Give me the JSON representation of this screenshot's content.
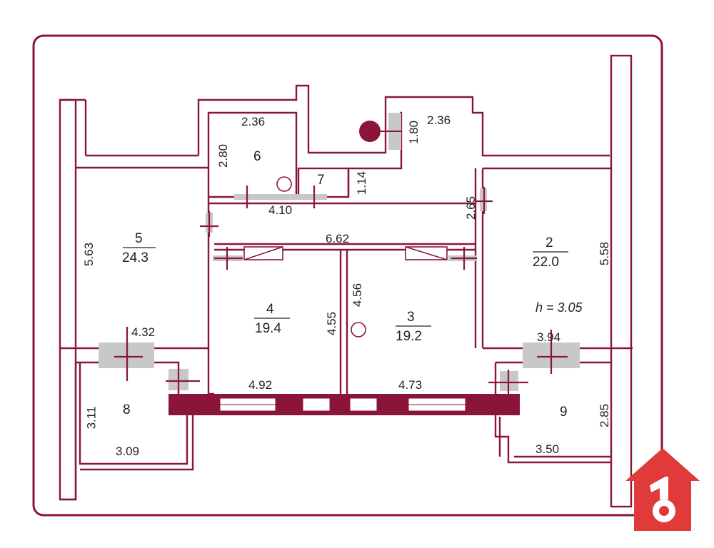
{
  "colors": {
    "wall": "#8b1538",
    "window": "#c8c8c8",
    "background": "#ffffff",
    "logo": "#e03a3a"
  },
  "rooms": [
    {
      "number": "2",
      "area": "22.0"
    },
    {
      "number": "3",
      "area": "19.2"
    },
    {
      "number": "4",
      "area": "19.4"
    },
    {
      "number": "5",
      "area": "24.3"
    },
    {
      "number": "6"
    },
    {
      "number": "7"
    },
    {
      "number": "8"
    },
    {
      "number": "9"
    }
  ],
  "dimensions": {
    "r6_top": "2.36",
    "r6_side": "2.80",
    "hall_top": "2.36",
    "hall_side": "1.80",
    "r7_side": "1.14",
    "corr_len": "4.10",
    "r2_upper": "2.65",
    "center_len": "6.62",
    "r5_side": "5.63",
    "r2_side": "5.58",
    "r4_side": "4.55",
    "r3_side": "4.56",
    "r5_bottom": "4.32",
    "r2_bottom": "3.94",
    "r4_bottom": "4.92",
    "r3_bottom": "4.73",
    "r8_side": "3.11",
    "r8_bottom": "3.09",
    "r9_side": "2.85",
    "r9_bottom": "3.50"
  },
  "ceiling_height": "h = 3.05",
  "icons": [
    "riser-icon",
    "door-marker-icon",
    "logo-house-key-icon"
  ]
}
